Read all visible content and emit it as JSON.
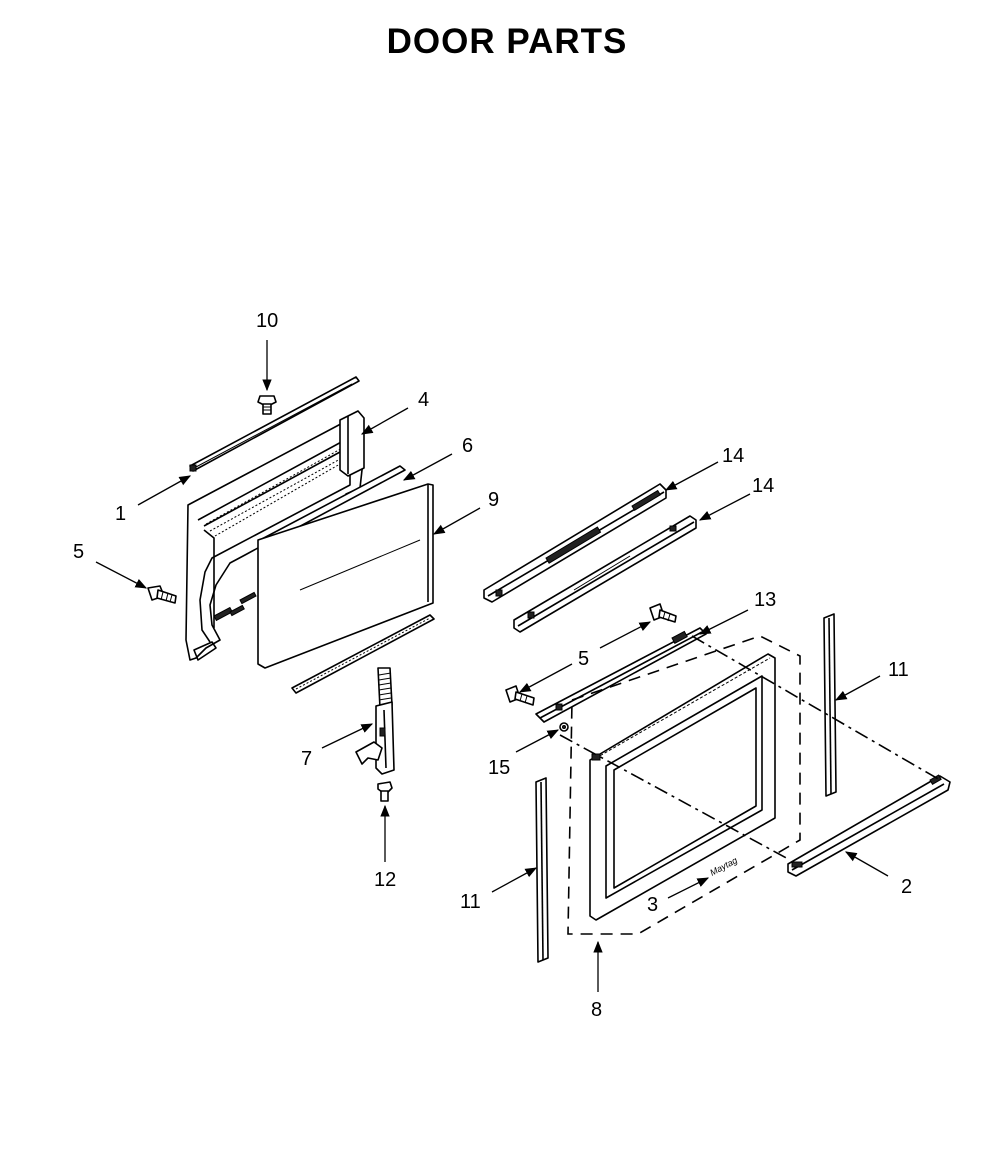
{
  "title": "DOOR PARTS",
  "callouts": {
    "c1": "1",
    "c2": "2",
    "c3": "3",
    "c4": "4",
    "c5a": "5",
    "c5b": "5",
    "c6": "6",
    "c7": "7",
    "c8": "8",
    "c9": "9",
    "c10": "10",
    "c11a": "11",
    "c11b": "11",
    "c12": "12",
    "c13": "13",
    "c14a": "14",
    "c14b": "14",
    "c15": "15"
  },
  "door_logo_text": "Maytag"
}
